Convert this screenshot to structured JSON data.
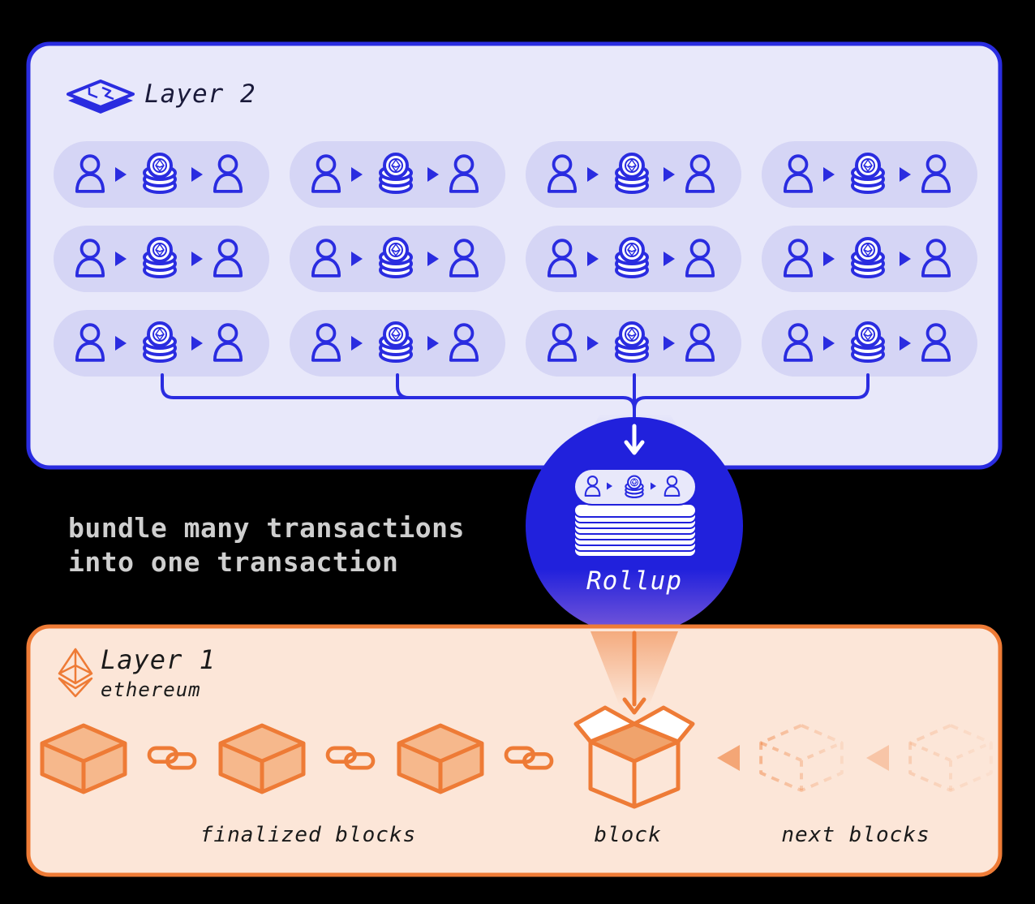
{
  "layer2": {
    "title": "Layer 2",
    "transactions": [
      {
        "from": "user-icon",
        "asset": "coin-stack-icon",
        "to": "user-icon"
      },
      {
        "from": "user-icon",
        "asset": "coin-stack-icon",
        "to": "user-icon"
      },
      {
        "from": "user-icon",
        "asset": "coin-stack-icon",
        "to": "user-icon"
      },
      {
        "from": "user-icon",
        "asset": "coin-stack-icon",
        "to": "user-icon"
      },
      {
        "from": "user-icon",
        "asset": "coin-stack-icon",
        "to": "user-icon"
      },
      {
        "from": "user-icon",
        "asset": "coin-stack-icon",
        "to": "user-icon"
      },
      {
        "from": "user-icon",
        "asset": "coin-stack-icon",
        "to": "user-icon"
      },
      {
        "from": "user-icon",
        "asset": "coin-stack-icon",
        "to": "user-icon"
      },
      {
        "from": "user-icon",
        "asset": "coin-stack-icon",
        "to": "user-icon"
      },
      {
        "from": "user-icon",
        "asset": "coin-stack-icon",
        "to": "user-icon"
      },
      {
        "from": "user-icon",
        "asset": "coin-stack-icon",
        "to": "user-icon"
      },
      {
        "from": "user-icon",
        "asset": "coin-stack-icon",
        "to": "user-icon"
      }
    ]
  },
  "caption": "bundle many transactions into one transaction",
  "rollup": {
    "label": "Rollup"
  },
  "layer1": {
    "title": "Layer 1",
    "subtitle": "ethereum",
    "finalized_count": 3,
    "next_count": 2,
    "labels": {
      "finalized": "finalized blocks",
      "current": "block",
      "next": "next blocks"
    }
  },
  "colors": {
    "background": "#000000",
    "layer2_accent": "#2a2ce0",
    "layer2_panel": "#e8e8fa",
    "tx_pill": "#d5d5f5",
    "rollup_fill": "#2121dc",
    "layer1_accent": "#ee7b36",
    "layer1_panel": "#fce6d8",
    "block_fill": "#f6b88c",
    "caption_text": "#cfcfcf"
  }
}
